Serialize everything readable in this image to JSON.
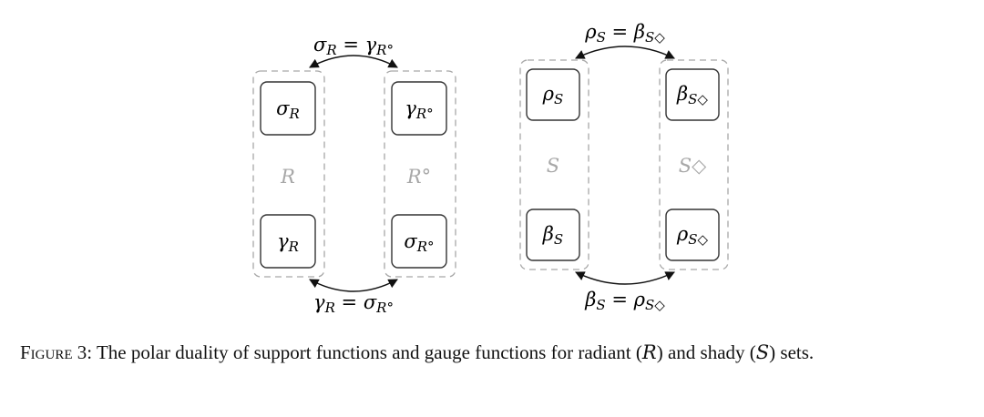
{
  "diagram": {
    "left": {
      "top_relation": {
        "lhs": "σ",
        "lhs_sub": "R",
        "eq": " = ",
        "rhs": "γ",
        "rhs_sub": "R°"
      },
      "bottom_relation": {
        "lhs": "γ",
        "lhs_sub": "R",
        "eq": " = ",
        "rhs": "σ",
        "rhs_sub": "R°"
      },
      "set_label": "R",
      "polar_label": "R°",
      "boxes": {
        "top_left": {
          "sym": "σ",
          "sub": "R"
        },
        "bottom_left": {
          "sym": "γ",
          "sub": "R"
        },
        "top_right": {
          "sym": "γ",
          "sub": "R°"
        },
        "bottom_right": {
          "sym": "σ",
          "sub": "R°"
        }
      }
    },
    "right": {
      "top_relation": {
        "lhs": "ρ",
        "lhs_sub": "S",
        "eq": " = ",
        "rhs": "β",
        "rhs_sub": "S◇"
      },
      "bottom_relation": {
        "lhs": "β",
        "lhs_sub": "S",
        "eq": " = ",
        "rhs": "ρ",
        "rhs_sub": "S◇"
      },
      "set_label": "S",
      "polar_label": "S◇",
      "boxes": {
        "top_left": {
          "sym": "ρ",
          "sub": "S"
        },
        "bottom_left": {
          "sym": "β",
          "sub": "S"
        },
        "top_right": {
          "sym": "β",
          "sub": "S◇"
        },
        "bottom_right": {
          "sym": "ρ",
          "sub": "S◇"
        }
      }
    }
  },
  "caption": {
    "figure_label": "Figure 3:",
    "text_before_r": " The polar duality of support functions and gauge functions for radiant (",
    "r": "R",
    "text_between": ") and shady (",
    "s": "S",
    "text_after_s": ") sets."
  }
}
